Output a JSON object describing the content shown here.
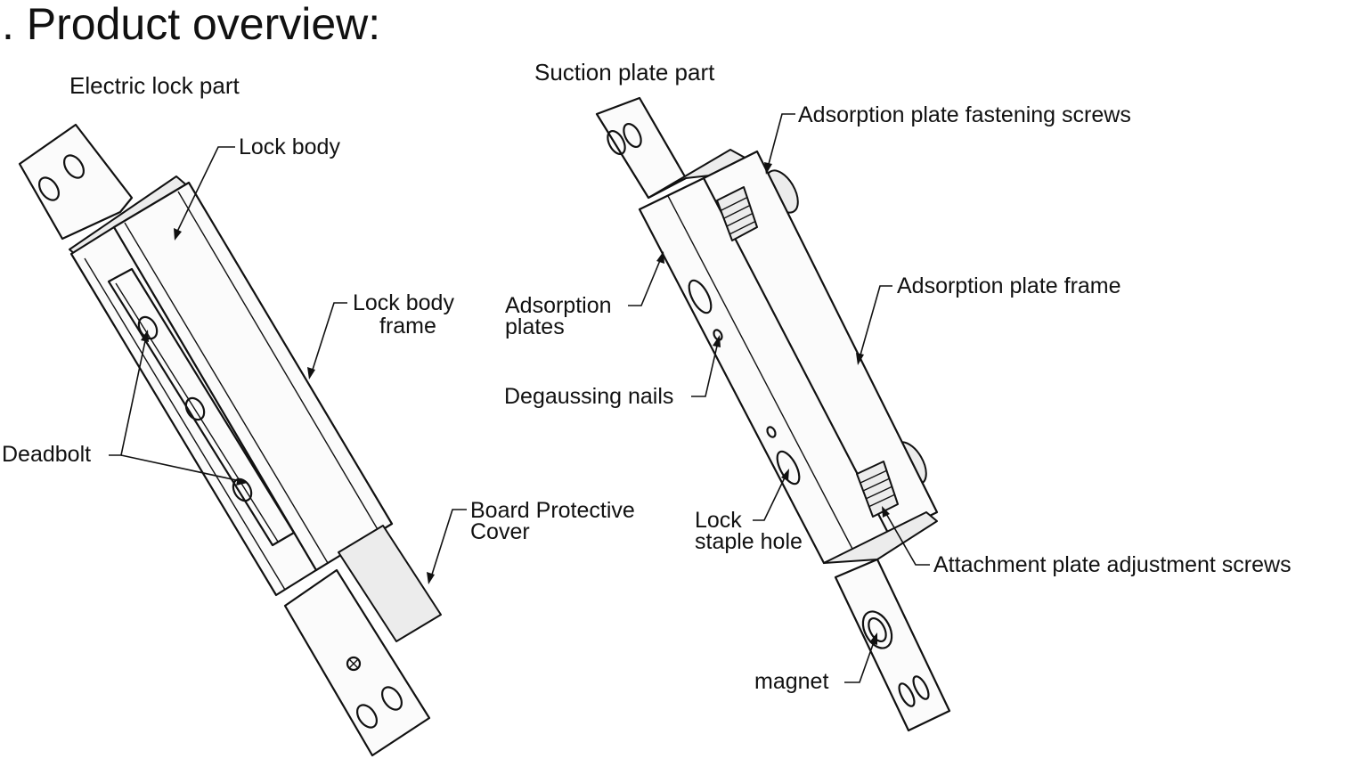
{
  "title": ". Product overview:",
  "sections": {
    "electric_lock": "Electric lock part",
    "suction_plate": "Suction plate part"
  },
  "labels": {
    "lock_body": "Lock body",
    "lock_body_frame_1": "Lock body",
    "lock_body_frame_2": "frame",
    "deadbolt": "Deadbolt",
    "board_cover_1": "Board Protective",
    "board_cover_2": "Cover",
    "fastening_screws": "Adsorption plate fastening screws",
    "adsorption_plates_1": "Adsorption",
    "adsorption_plates_2": "plates",
    "plate_frame": "Adsorption plate frame",
    "degaussing_nails": "Degaussing nails",
    "lock_staple_1": "Lock",
    "lock_staple_2": "staple hole",
    "adjustment_screws": "Attachment plate adjustment screws",
    "magnet": "magnet"
  }
}
